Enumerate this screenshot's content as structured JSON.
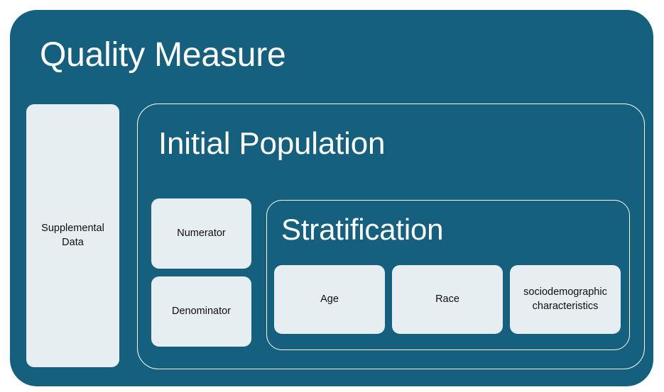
{
  "diagram": {
    "type": "nested-containment",
    "colors": {
      "page_background": "#ffffff",
      "container_fill": "#15607f",
      "box_fill": "#e7eef1",
      "outline": "#ffffff",
      "container_text": "#ffffff",
      "box_text": "#0f0f0f"
    },
    "quality_measure": {
      "title": "Quality Measure",
      "supplemental_data": {
        "label": "Supplemental Data"
      },
      "initial_population": {
        "title": "Initial Population",
        "measure_boxes": [
          {
            "label": "Numerator"
          },
          {
            "label": "Denominator"
          }
        ],
        "stratification": {
          "title": "Stratification",
          "strata": [
            {
              "label": "Age"
            },
            {
              "label": "Race"
            },
            {
              "label": "sociodemographic characteristics"
            }
          ]
        }
      }
    }
  }
}
